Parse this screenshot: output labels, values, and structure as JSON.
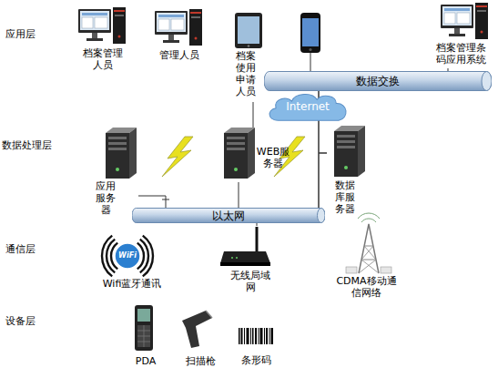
{
  "diagram": {
    "nodes": [
      {
        "text": [
          "档案管理人员"
        ]
      },
      {
        "text": [
          "管理人员"
        ]
      },
      {
        "text": [
          "档案使用申请人员"
        ]
      },
      {
        "text": [
          "档案管理条码应用系统"
        ]
      },
      {
        "text": [
          "数据交换"
        ]
      },
      {
        "text": [
          "Internet"
        ]
      },
      {
        "text": [
          "应用服务器"
        ]
      },
      {
        "text": [
          "WEB服务器"
        ]
      },
      {
        "text": [
          "数据库服务器"
        ]
      },
      {
        "text": [
          "以太网"
        ]
      },
      {
        "text": [
          "Wifi蓝牙通讯"
        ]
      },
      {
        "text": [
          "无线局域网"
        ]
      },
      {
        "text": [
          "CDMA移动通信网络"
        ]
      },
      {
        "text": [
          "PDA"
        ]
      },
      {
        "text": [
          "扫描枪"
        ]
      },
      {
        "text": [
          "条形码"
        ]
      }
    ],
    "edges": [
      {
        "from": 2,
        "to": 7,
        "arrow": "none"
      },
      {
        "from": 7,
        "to": 9,
        "arrow": "none"
      },
      {
        "from": 3,
        "to": 4,
        "arrow": "none"
      },
      {
        "from": 4,
        "to": 9,
        "arrow": "none"
      },
      {
        "from": 4,
        "to": 8,
        "arrow": "none"
      },
      {
        "from": 8,
        "to": 9,
        "arrow": "none"
      },
      {
        "from": 6,
        "to": 9,
        "arrow": "none"
      },
      {
        "from": 11,
        "to": 9,
        "arrow": "none"
      }
    ],
    "labels": [
      "应用层",
      "数据处理层",
      "通信层",
      "设备层",
      "WiFi"
    ]
  }
}
